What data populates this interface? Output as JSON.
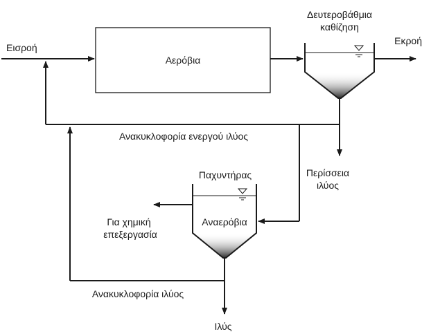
{
  "labels": {
    "influent": "Εισροή",
    "aerobic": "Αερόβια",
    "secondary_settling_line1": "Δευτεροβάθμια",
    "secondary_settling_line2": "καθίζηση",
    "effluent": "Εκροή",
    "activated_sludge_recycle": "Ανακυκλοφορία ενεργού ιλύος",
    "excess_sludge_line1": "Περίσσεια",
    "excess_sludge_line2": "ιλύος",
    "thickener": "Παχυντήρας",
    "anaerobic": "Αναερόβια",
    "chemical_treatment_line1": "Για χημική",
    "chemical_treatment_line2": "επεξεργασία",
    "sludge_recycle": "Ανακυκλοφορία ιλύος",
    "sludge": "Ιλύς"
  }
}
